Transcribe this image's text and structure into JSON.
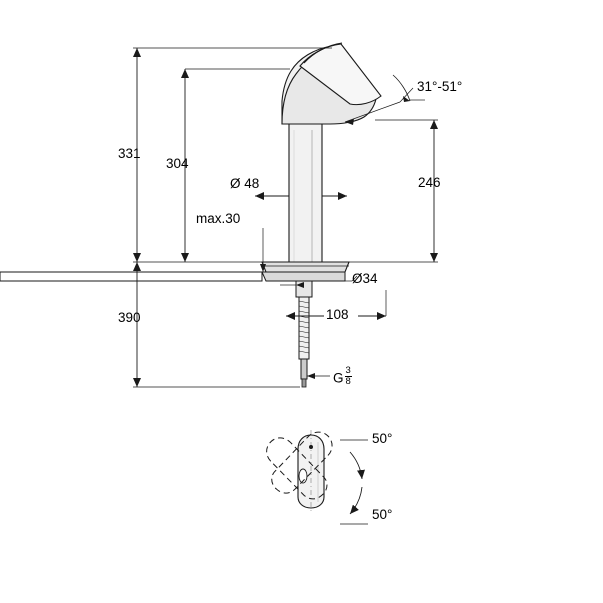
{
  "diagram": {
    "title": "faucet-technical-drawing",
    "colors": {
      "line": "#1a1a1a",
      "fill_light": "#f2f2f2",
      "fill_mid": "#d9d9d9",
      "dash": "#1a1a1a"
    },
    "labels": {
      "height_total": "331",
      "height_spout": "304",
      "diameter_body": "Ø 48",
      "max_thickness": "max.30",
      "angle_handle": "31°-51°",
      "height_handle": "246",
      "diameter_base": "Ø34",
      "depth_below": "390",
      "reach": "108",
      "thread_prefix": "G",
      "thread_num": "3",
      "thread_den": "8",
      "swivel_left": "50°",
      "swivel_right": "50°"
    }
  }
}
